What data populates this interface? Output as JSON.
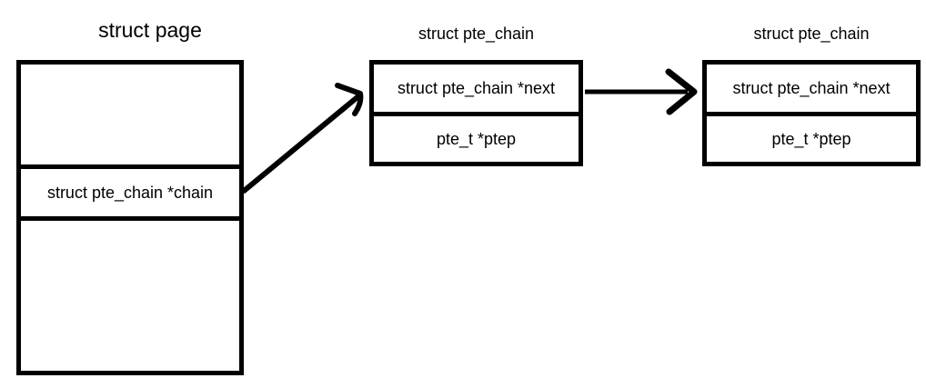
{
  "diagram": {
    "background": "#ffffff",
    "line_color": "#000000",
    "page_box": {
      "title": "struct page",
      "rows": [
        "",
        "struct pte_chain *chain",
        ""
      ]
    },
    "pte_chain_node1": {
      "title": "struct pte_chain",
      "rows": [
        "struct pte_chain *next",
        "pte_t *ptep"
      ]
    },
    "pte_chain_node2": {
      "title": "struct pte_chain",
      "rows": [
        "struct pte_chain *next",
        "pte_t *ptep"
      ]
    },
    "arrows": [
      {
        "from": "struct page : chain field",
        "to": "struct pte_chain (node 1)"
      },
      {
        "from": "struct pte_chain (node 1) : next field",
        "to": "struct pte_chain (node 2)"
      }
    ]
  }
}
